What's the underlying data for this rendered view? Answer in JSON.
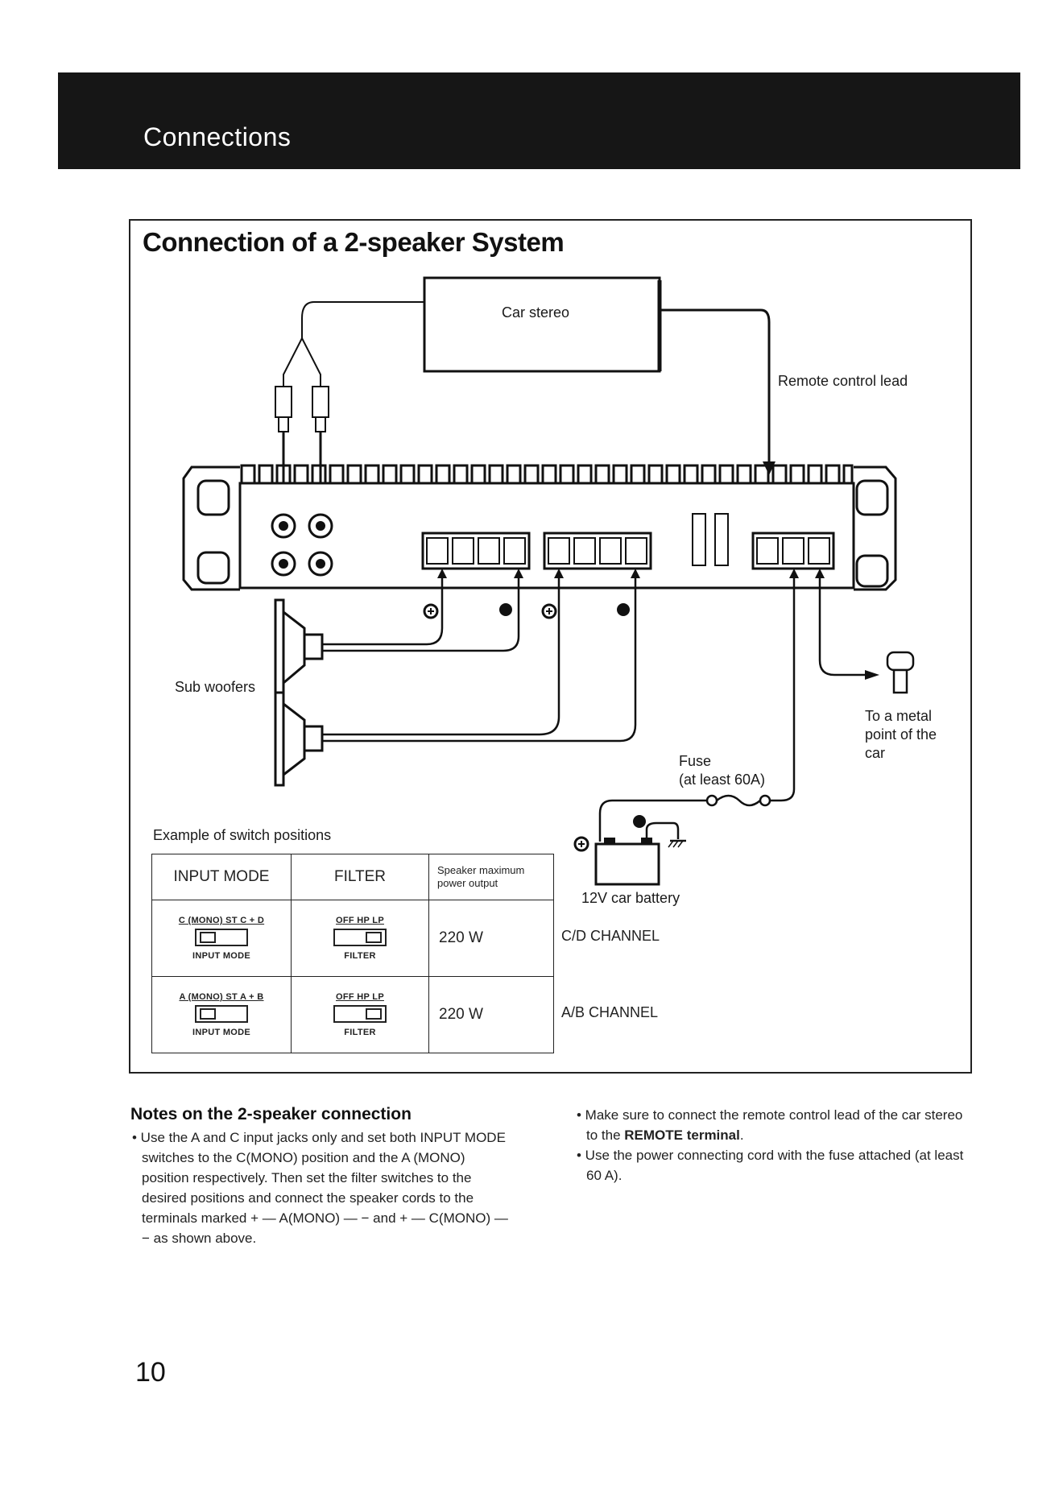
{
  "header": {
    "title": "Connections"
  },
  "section": {
    "title": "Connection of a 2-speaker System",
    "labels": {
      "car_stereo": "Car stereo",
      "remote_lead": "Remote control lead",
      "sub_woofers": "Sub woofers",
      "metal_point": [
        "To a metal",
        "point of the",
        "car"
      ],
      "fuse": [
        "Fuse",
        "(at least 60A)"
      ],
      "battery": "12V car battery",
      "switch_example": "Example of switch positions"
    }
  },
  "switch_table": {
    "headers": [
      "INPUT MODE",
      "FILTER",
      "Speaker maximum power output"
    ],
    "rows": [
      {
        "input_top": "C (MONO) ST C + D",
        "input_bottom": "INPUT MODE",
        "filter_top": "OFF HP LP",
        "filter_bottom": "FILTER",
        "power": "220 W",
        "channel": "C/D CHANNEL"
      },
      {
        "input_top": "A (MONO) ST A + B",
        "input_bottom": "INPUT MODE",
        "filter_top": "OFF HP LP",
        "filter_bottom": "FILTER",
        "power": "220 W",
        "channel": "A/B CHANNEL"
      }
    ]
  },
  "notes": {
    "title": "Notes on the 2-speaker connection",
    "left": "• Use the A and C input jacks only and set both INPUT MODE switches to the C(MONO) position and the A (MONO) position respectively. Then set the filter switches to the desired positions and connect the speaker cords to the terminals marked + — A(MONO) — − and + — C(MONO) — − as shown above.",
    "right1_pre": "• Make sure to connect the remote control lead of the car stereo to the ",
    "right1_bold": "REMOTE terminal",
    "right1_post": ".",
    "right2": "• Use the power connecting cord with the fuse attached (at least 60 A)."
  },
  "page_number": "10"
}
